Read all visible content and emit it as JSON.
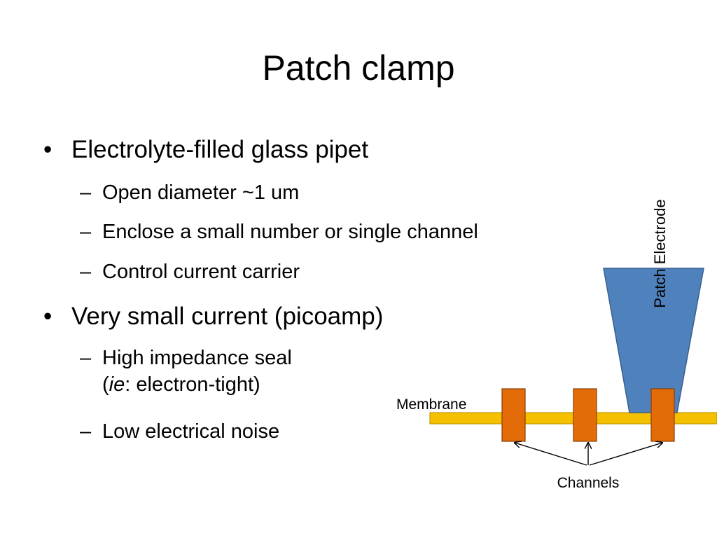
{
  "slide": {
    "title": "Patch clamp",
    "bullet_markers": {
      "level1": "•",
      "level2": "–"
    },
    "bullets": [
      {
        "text": "Electrolyte-filled glass pipet",
        "sub": [
          {
            "text": "Open diameter ~1 um"
          },
          {
            "text": "Enclose a small number or single channel"
          },
          {
            "text": "Control current carrier"
          }
        ]
      },
      {
        "text": "Very small current (picoamp)",
        "sub": [
          {
            "text": "High impedance seal",
            "line2_italic": "ie",
            "line2_open": "(",
            "line2_rest": ": electron-tight)"
          },
          {
            "text": "Low electrical noise"
          }
        ]
      }
    ]
  },
  "diagram": {
    "labels": {
      "electrode": "Patch Electrode",
      "membrane": "Membrane",
      "channels": "Channels"
    },
    "colors": {
      "electrode_fill": "#4f81bd",
      "electrode_stroke": "#3a5f8f",
      "membrane_fill": "#f5c000",
      "membrane_stroke": "#c49a00",
      "channel_fill": "#e36c09",
      "channel_stroke": "#8a3d00",
      "arrow": "#000000"
    },
    "channel_count": 3
  }
}
